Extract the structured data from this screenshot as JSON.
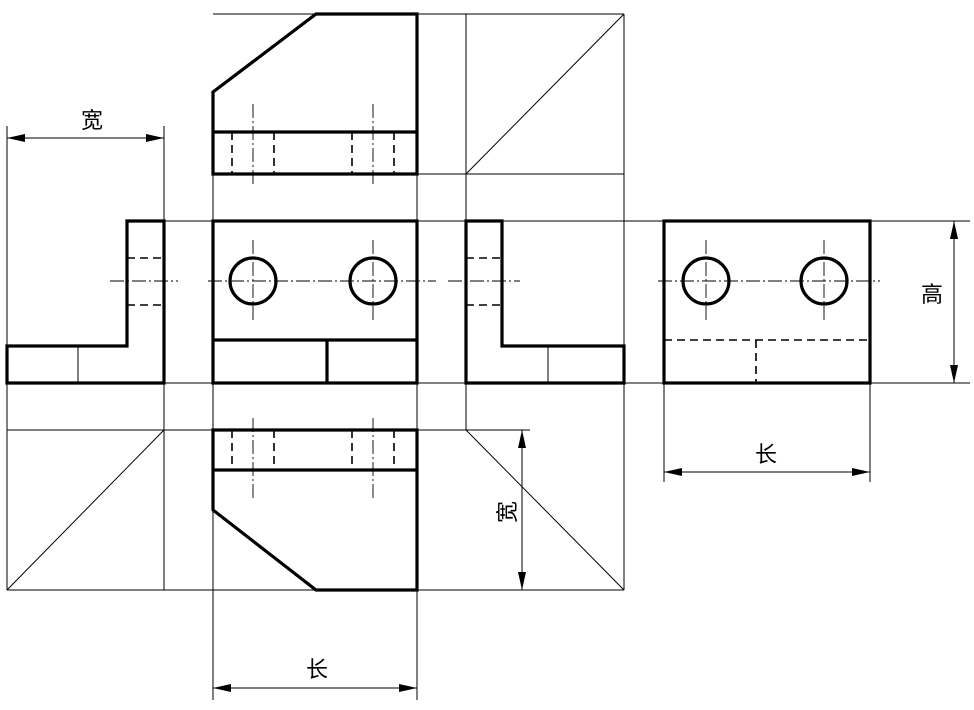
{
  "labels": {
    "width_top": "宽",
    "width_bottom": "宽",
    "length_bottom": "长",
    "length_right": "长",
    "height_right": "高"
  }
}
